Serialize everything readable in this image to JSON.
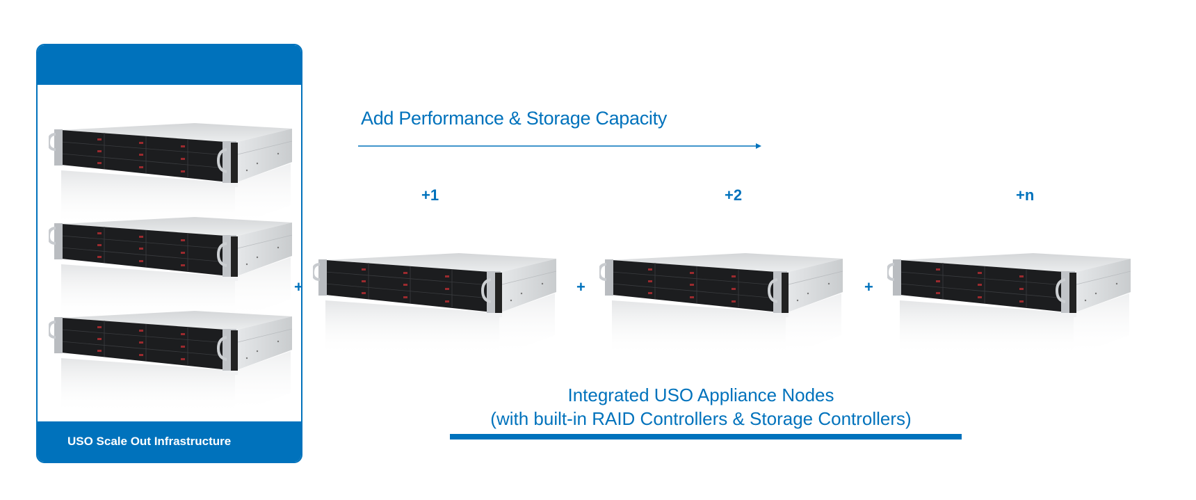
{
  "colors": {
    "brand_blue": "#0072bc",
    "background": "#ffffff"
  },
  "infrastructure_card": {
    "footer_label": "USO Scale Out Infrastructure",
    "servers": [
      {
        "icon": "rack-server-2u-icon"
      },
      {
        "icon": "rack-server-2u-icon"
      },
      {
        "icon": "rack-server-2u-icon"
      }
    ]
  },
  "scale_arrow": {
    "label": "Add Performance & Storage Capacity",
    "icon": "arrow-right-icon"
  },
  "nodes": [
    {
      "step": "+1",
      "icon": "rack-server-2u-icon"
    },
    {
      "step": "+2",
      "icon": "rack-server-2u-icon"
    },
    {
      "step": "+n",
      "icon": "rack-server-2u-icon"
    }
  ],
  "connectors": [
    "+",
    "+",
    "+"
  ],
  "caption": {
    "line1": "Integrated USO Appliance Nodes",
    "line2": "(with built-in RAID Controllers & Storage Controllers)"
  }
}
